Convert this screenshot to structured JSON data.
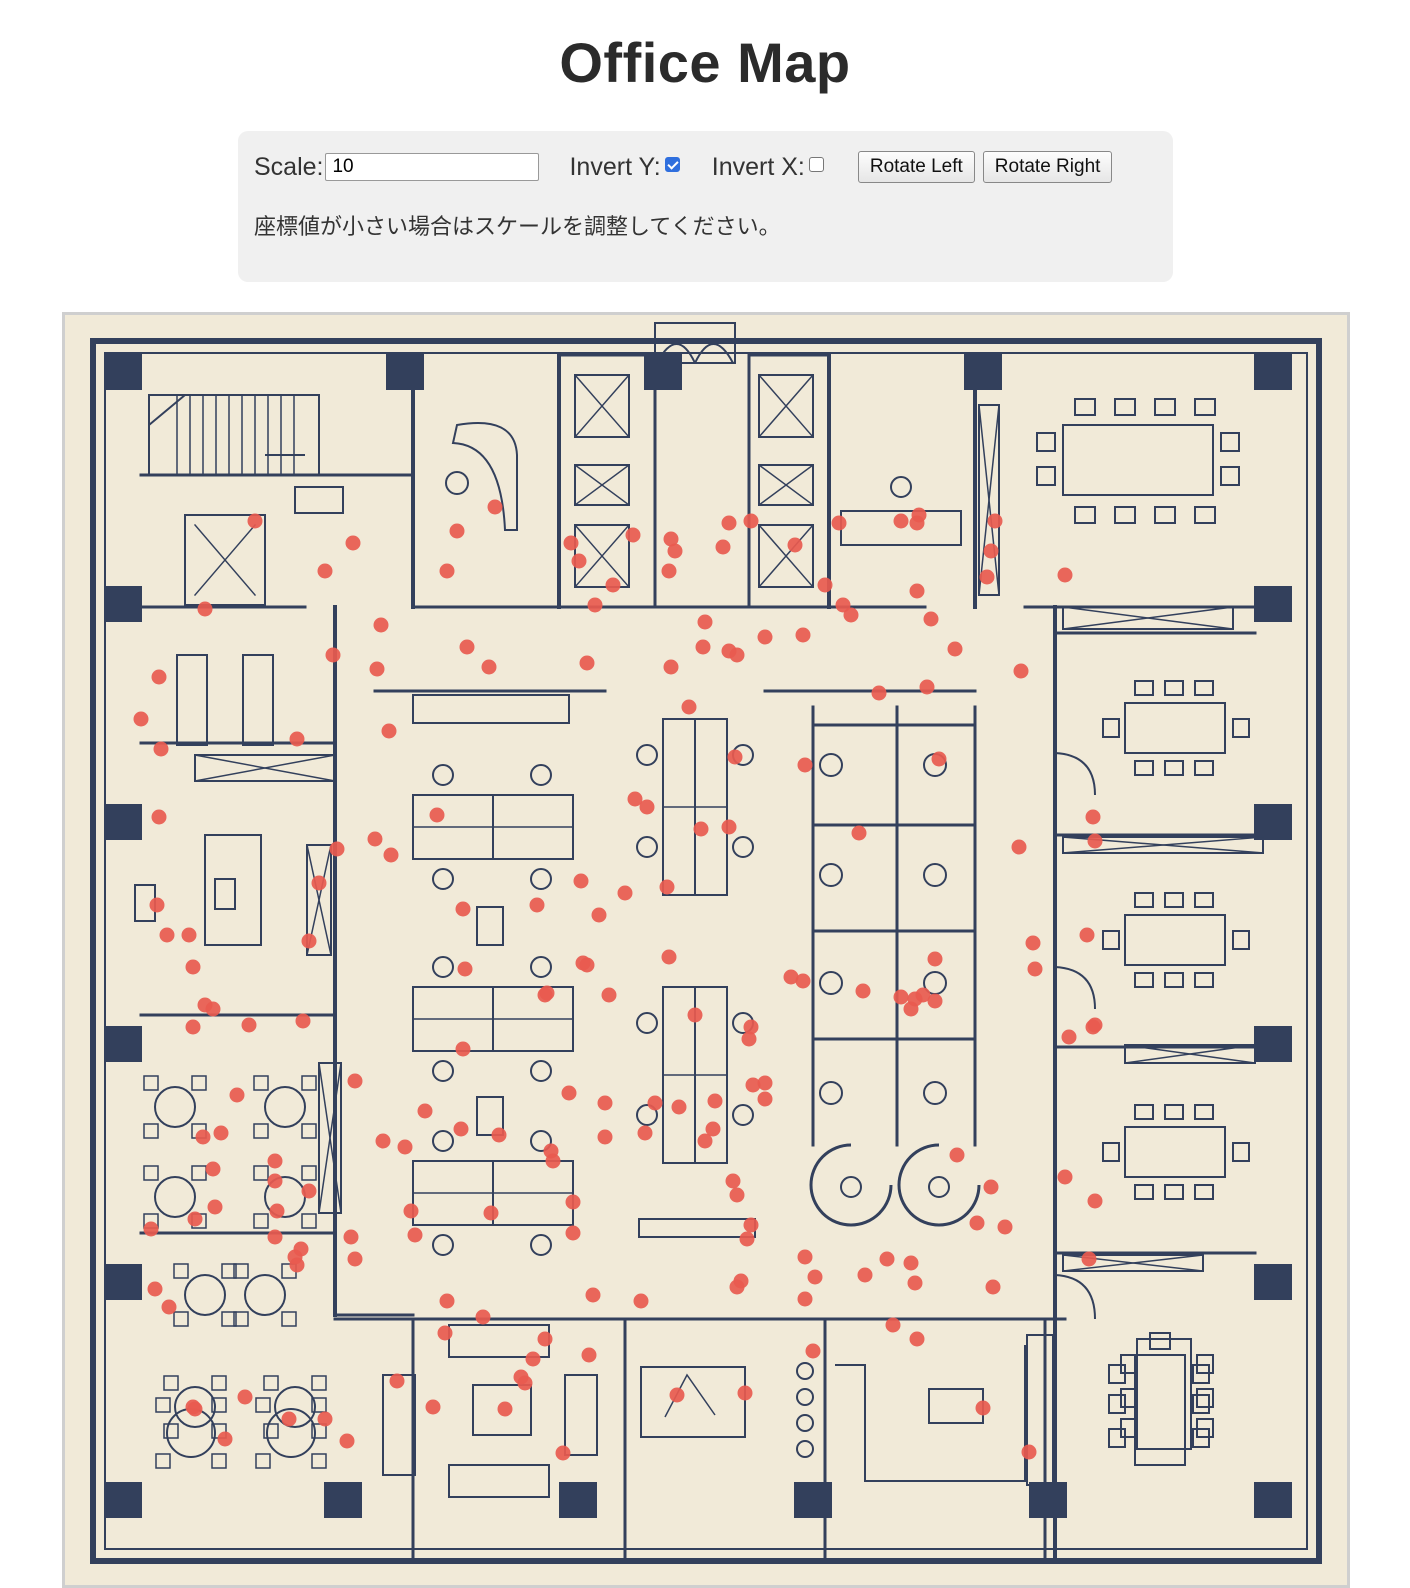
{
  "page": {
    "title": "Office Map"
  },
  "controls": {
    "scale_label": "Scale:",
    "scale_value": "10",
    "invert_y_label": "Invert Y:",
    "invert_y_checked": true,
    "invert_x_label": "Invert X:",
    "invert_x_checked": false,
    "rotate_left_label": "Rotate Left",
    "rotate_right_label": "Rotate Right",
    "note": "座標値が小さい場合はスケールを調整してください。"
  },
  "map": {
    "point_color": "#e85a4f",
    "line_color": "#33405c",
    "paper_color": "#f1ead8",
    "icon": "office-floor-plan-icon"
  }
}
